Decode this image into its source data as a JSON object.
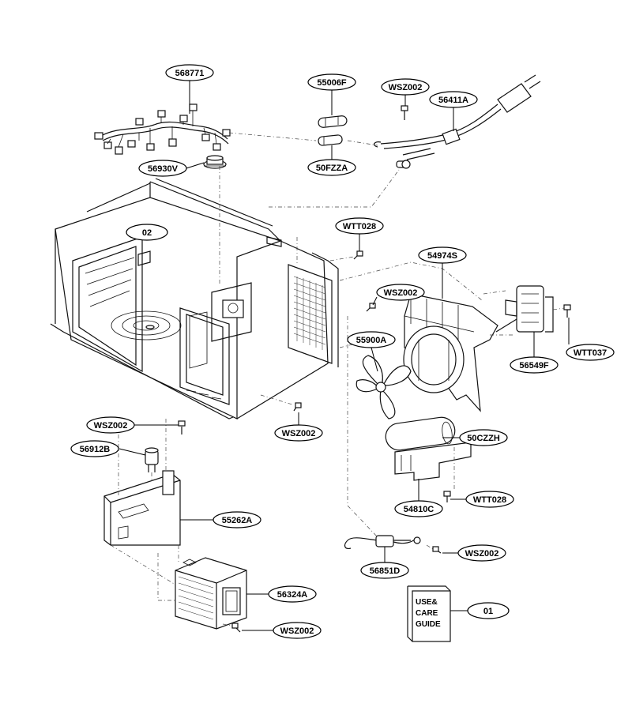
{
  "callouts": {
    "c568771": "568771",
    "c55006F": "55006F",
    "cWSZ002_top": "WSZ002",
    "c56411A": "56411A",
    "c56930V": "56930V",
    "c50FZZA": "50FZZA",
    "c02": "02",
    "cWTT028_top": "WTT028",
    "c54974S": "54974S",
    "cWSZ002_mid": "WSZ002",
    "c55900A": "55900A",
    "c56549F": "56549F",
    "cWTT037": "WTT037",
    "cWSZ002_cavity": "WSZ002",
    "cWSZ002_left": "WSZ002",
    "c56912B": "56912B",
    "c50CZZH": "50CZZH",
    "c55262A": "55262A",
    "cWTT028_bottom": "WTT028",
    "c54810C": "54810C",
    "cWSZ002_right": "WSZ002",
    "c56851D": "56851D",
    "c56324A": "56324A",
    "c01": "01",
    "cWSZ002_bottom": "WSZ002"
  },
  "guide": {
    "line1": "USE&",
    "line2": "CARE",
    "line3": "GUIDE"
  }
}
